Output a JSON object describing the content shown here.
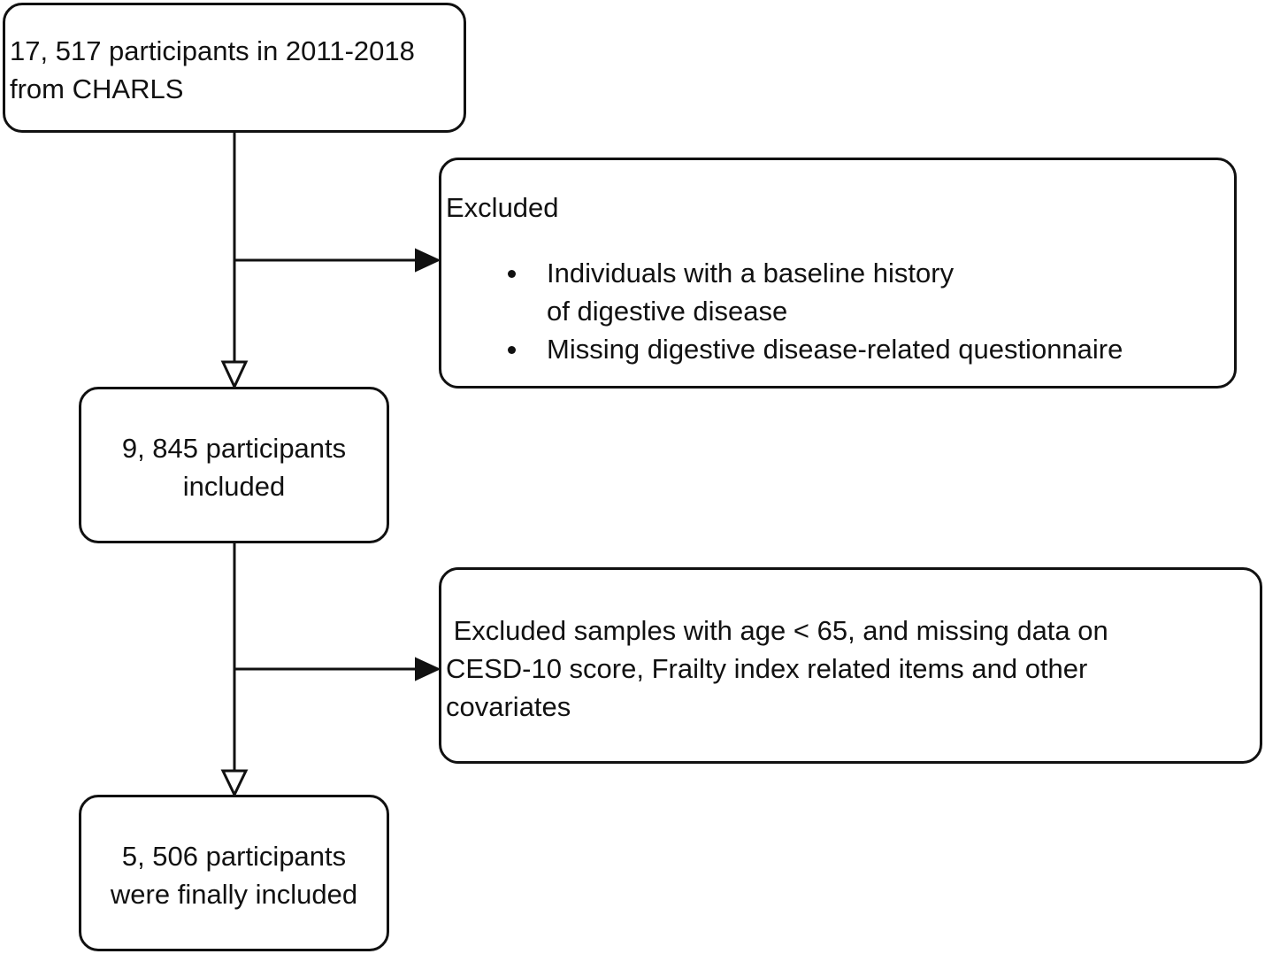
{
  "diagram": {
    "start_box": {
      "lines": [
        "17, 517 participants in 2011-2018",
        "from CHARLS"
      ]
    },
    "exclusion_1": {
      "heading": "Excluded",
      "items": [
        {
          "lines": [
            "Individuals with a baseline history",
            "of digestive disease"
          ]
        },
        {
          "lines": [
            "Missing digestive disease-related questionnaire"
          ]
        }
      ]
    },
    "middle_box": {
      "lines": [
        "9, 845 participants",
        "included"
      ]
    },
    "exclusion_2": {
      "lines": [
        " Excluded samples with age < 65, and missing data on",
        "CESD-10 score, Frailty index related items and other",
        "covariates"
      ]
    },
    "final_box": {
      "lines": [
        "5, 506 participants",
        "were finally included"
      ]
    }
  },
  "colors": {
    "stroke": "#111111",
    "background": "#ffffff"
  }
}
